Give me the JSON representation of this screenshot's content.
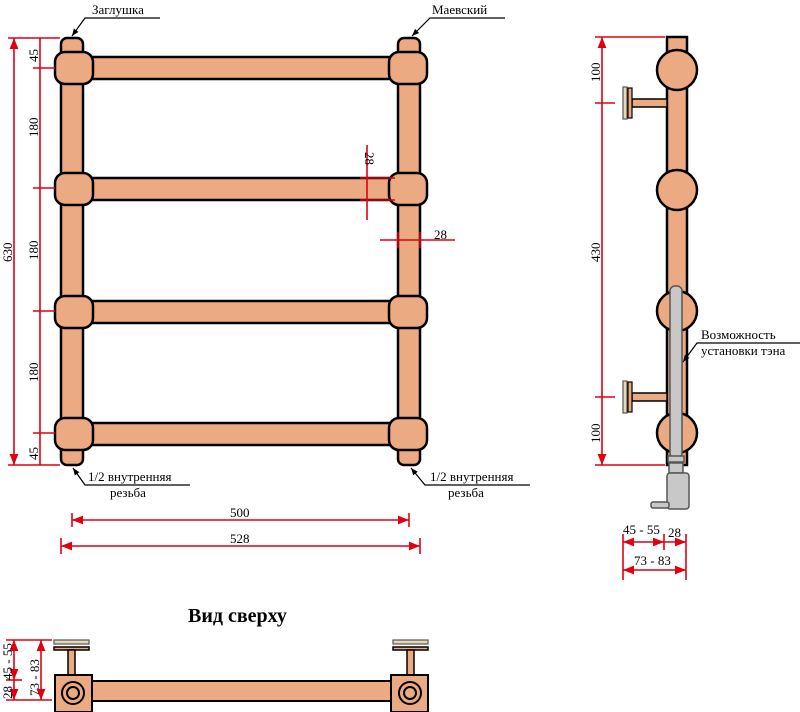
{
  "front_view": {
    "label_top_left": "Заглушка",
    "label_top_right": "Маевский",
    "label_bottom_left_1": "1/2 внутренняя",
    "label_bottom_left_2": "резьба",
    "label_bottom_right_1": "1/2 внутренняя",
    "label_bottom_right_2": "резьба",
    "dim_total_height": "630",
    "dim_segments": [
      "45",
      "180",
      "180",
      "180",
      "45"
    ],
    "dim_pipe_height": "28",
    "dim_pipe_width": "28",
    "dim_axis_width": "500",
    "dim_total_width": "528"
  },
  "side_view": {
    "dim_segments": [
      "100",
      "430",
      "100"
    ],
    "heater_label_1": "Возможность",
    "heater_label_2": "установки тэна",
    "dim_offset": "45 - 55",
    "dim_pipe": "28",
    "dim_total_depth": "73 - 83"
  },
  "top_view": {
    "title": "Вид сверху",
    "dim_offset": "45 - 55",
    "dim_pipe": "28",
    "dim_total_depth": "73 - 83"
  },
  "colors": {
    "pipe": "#ECAA82",
    "dimension": "#e00010"
  }
}
